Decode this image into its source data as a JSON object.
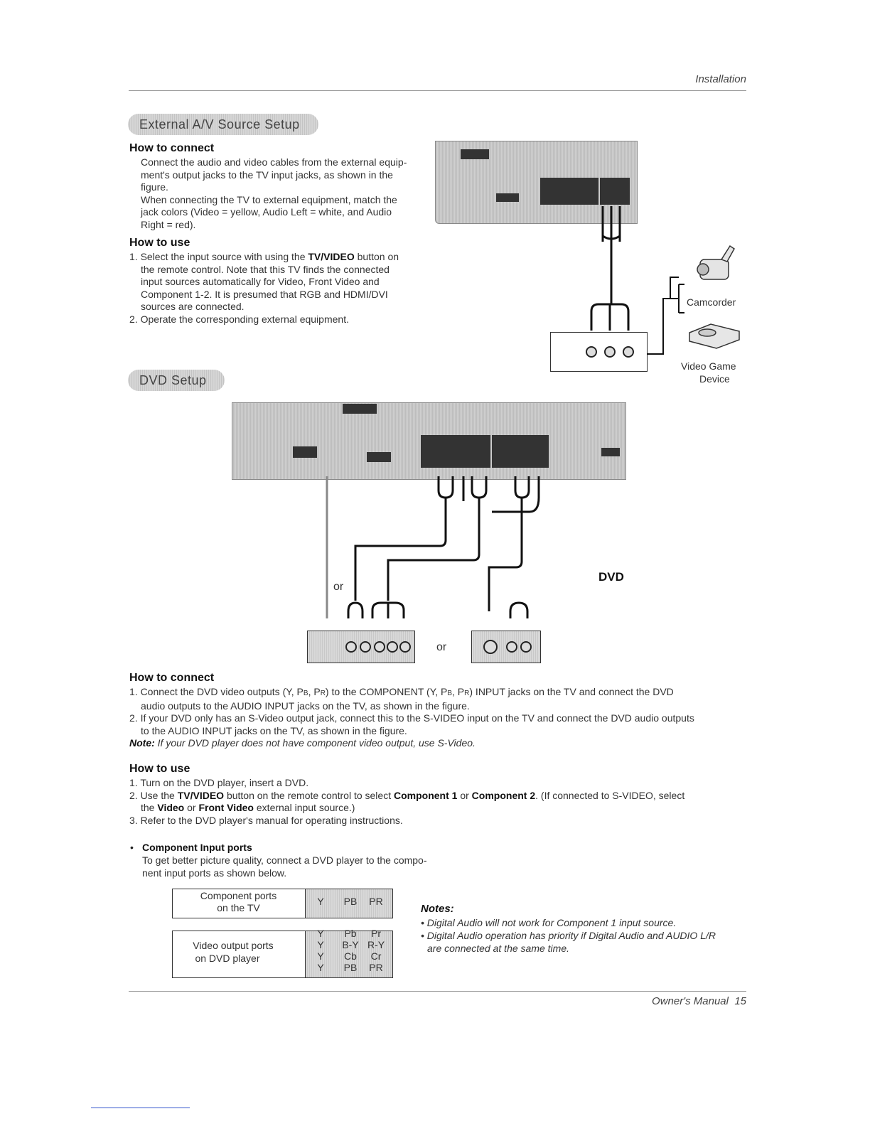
{
  "header": {
    "section": "Installation"
  },
  "footer": {
    "manual": "Owner's Manual",
    "page": "15"
  },
  "ext_av": {
    "title": "External A/V Source Setup",
    "connect_heading": "How to connect",
    "connect_p1_l1": "Connect the audio and video cables from the external equip-",
    "connect_p1_l2": "ment's output jacks to the TV input jacks, as shown in the",
    "connect_p1_l3": "figure.",
    "connect_p2_l1": "When connecting the TV to external equipment, match the",
    "connect_p2_l2": "jack colors (Video = yellow, Audio Left = white, and Audio",
    "connect_p2_l3": "Right = red).",
    "use_heading": "How to use",
    "use_1_a": "1. Select the input source with using the ",
    "use_1_b": "TV/VIDEO",
    "use_1_c": " button on",
    "use_1_l2": "the remote control. Note that this TV finds the connected",
    "use_1_l3": "input sources automatically for Video, Front Video and",
    "use_1_l4": "Component 1-2. It is presumed that RGB and HDMI/DVI",
    "use_1_l5": "sources are connected.",
    "use_2": "2. Operate the corresponding external equipment.",
    "camcorder": "Camcorder",
    "video_game_l1": "Video Game",
    "video_game_l2": "Device"
  },
  "dvd": {
    "title": "DVD Setup",
    "or1": "or",
    "or2": "or",
    "dvd_label": "DVD",
    "connect_heading": "How to connect",
    "c1_a": "1. Connect the DVD video outputs (Y, P",
    "c1_pb": "B",
    "c1_b": ", P",
    "c1_pr": "R",
    "c1_c": ") to the COMPONENT (Y, P",
    "c1_pb2": "B",
    "c1_d": ", P",
    "c1_pr2": "R",
    "c1_e": ") INPUT jacks  on the TV and connect the DVD",
    "c1_l2": "audio outputs to the AUDIO INPUT jacks on the TV, as shown in the figure.",
    "c2_l1": "2. If your DVD only has an S-Video output jack, connect this to the S-VIDEO input on the TV and connect the DVD audio outputs",
    "c2_l2": "to the AUDIO INPUT jacks on the TV, as shown in the figure.",
    "note_label": "Note:",
    "note_text": " If your DVD player does not have component video output, use S-Video.",
    "use_heading": "How to use",
    "u1": "1. Turn on the DVD player, insert a DVD.",
    "u2_a": "2. Use the ",
    "u2_b": "TV/VIDEO",
    "u2_c": " button on the remote control to select ",
    "u2_d": "Component 1",
    "u2_e": " or ",
    "u2_f": "Component 2",
    "u2_g": ".  (If connected to S-VIDEO, select",
    "u2_l2_a": "the ",
    "u2_l2_b": "Video",
    "u2_l2_c": " or ",
    "u2_l2_d": "Front Video",
    "u2_l2_e": " external input source.)",
    "u3": "3. Refer to the DVD player's manual for operating instructions.",
    "bullet_heading": "Component Input ports",
    "bullet_l1": "To get better picture quality, connect a DVD player to the compo-",
    "bullet_l2": "nent input ports as shown below."
  },
  "ports_table": {
    "tv_label_l1": "Component ports",
    "tv_label_l2": "on the TV",
    "tv_y": "Y",
    "tv_pb": "PB",
    "tv_pr": "PR",
    "dvd_label_l1": "Video output ports",
    "dvd_label_l2": "on DVD player",
    "rows": [
      [
        "Y",
        "Pb",
        "Pr"
      ],
      [
        "Y",
        "B-Y",
        "R-Y"
      ],
      [
        "Y",
        "Cb",
        "Cr"
      ],
      [
        "Y",
        "PB",
        "PR"
      ]
    ]
  },
  "notes": {
    "title": "Notes:",
    "n1": "• Digital Audio will not work for Component 1 input source.",
    "n2_l1": "• Digital Audio operation has priority if Digital Audio and AUDIO L/R",
    "n2_l2": "are connected at the same time."
  }
}
